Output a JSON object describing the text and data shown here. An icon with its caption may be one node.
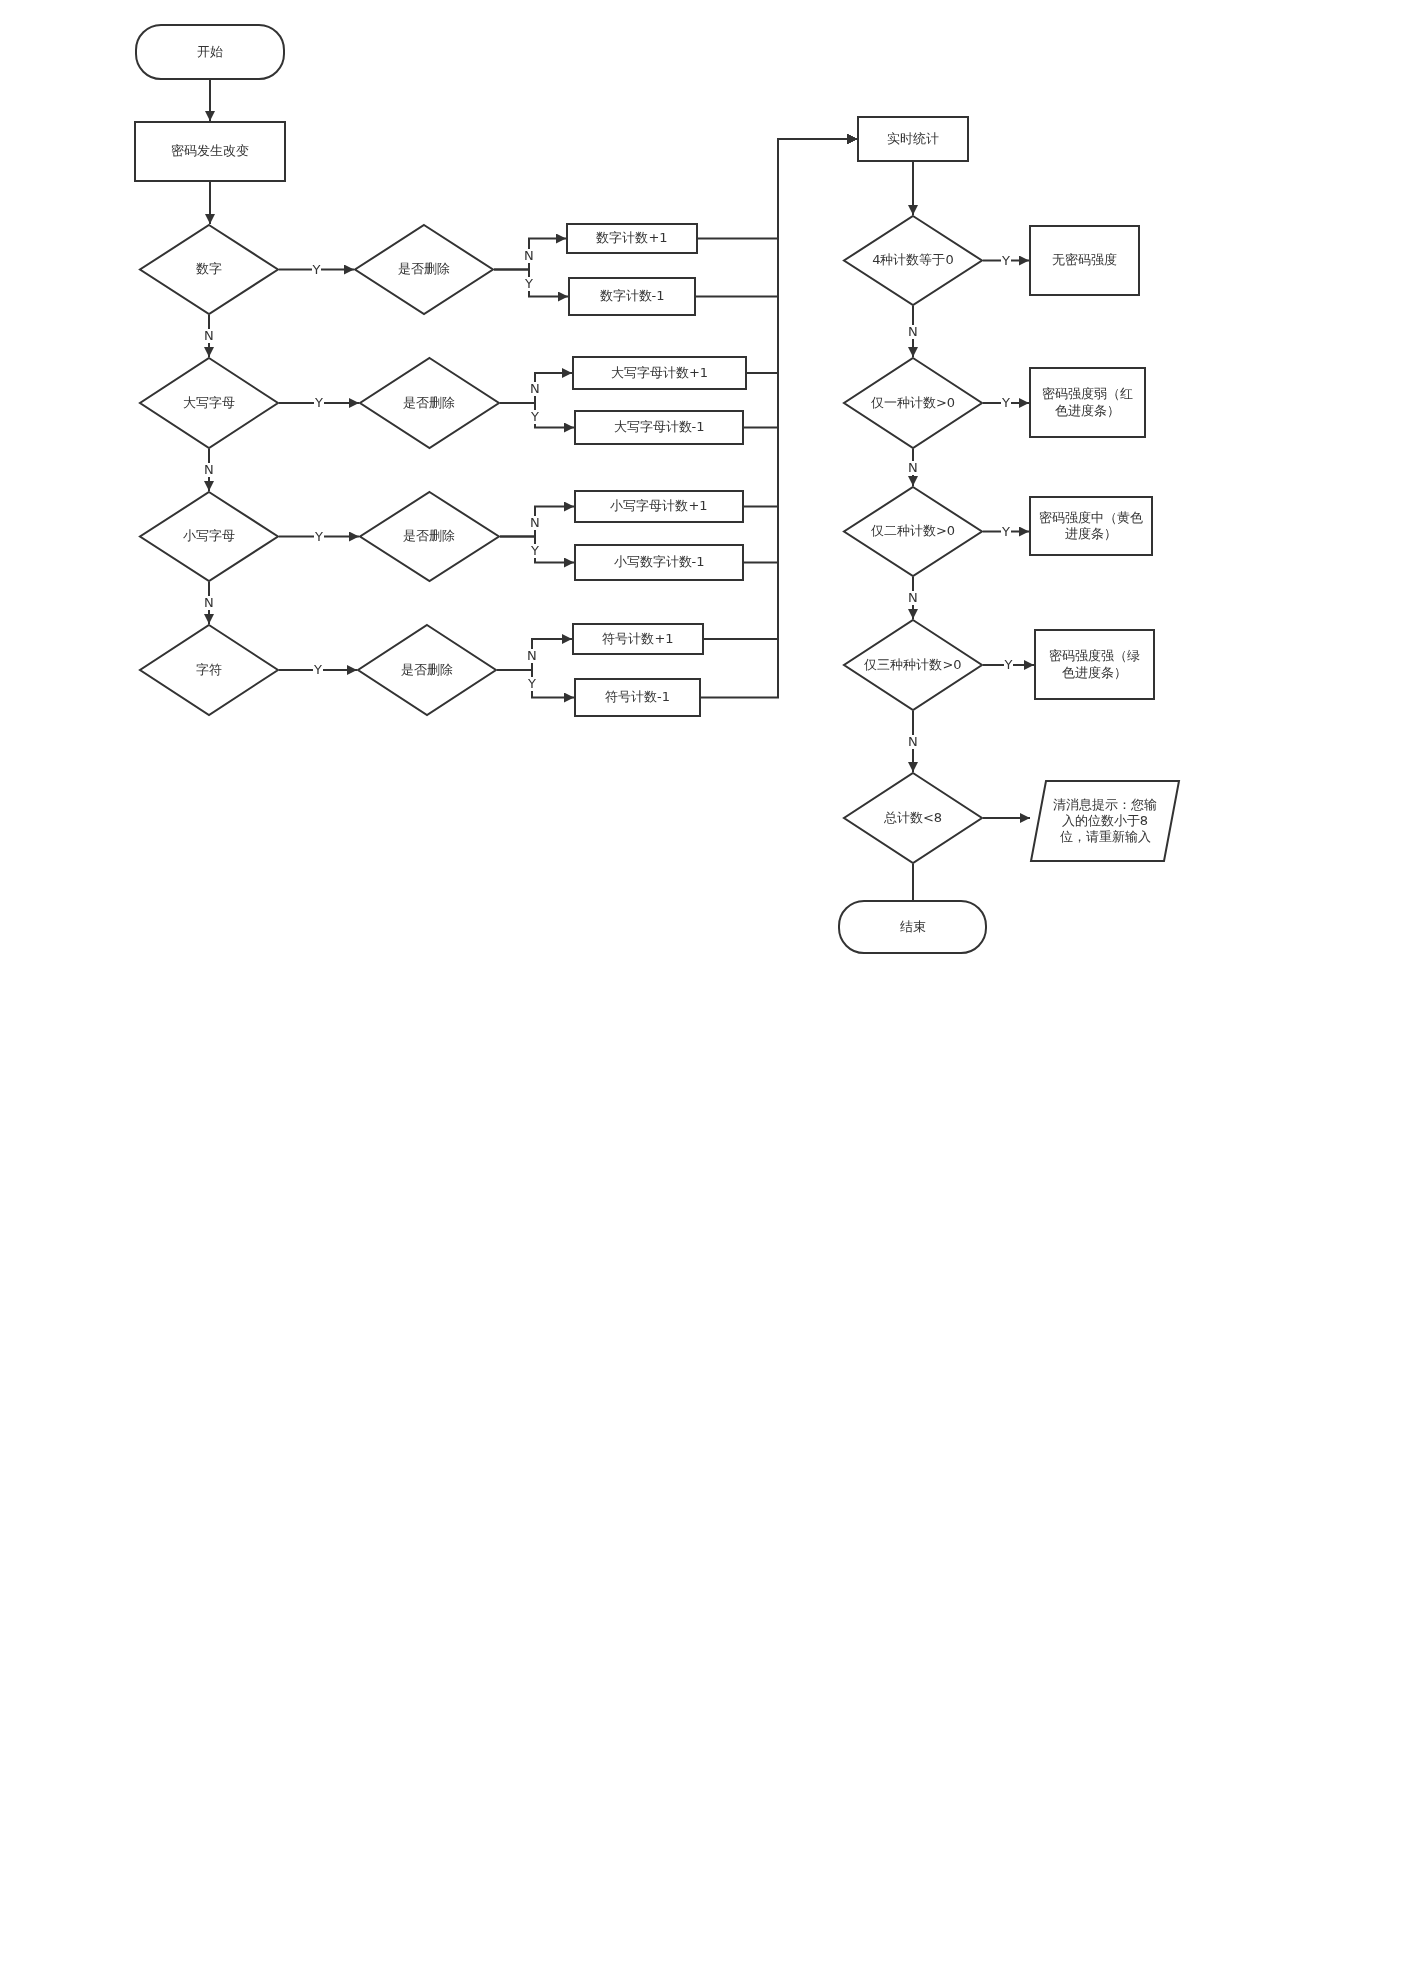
{
  "diagram": {
    "nodes": [
      {
        "text": [
          "开始"
        ]
      },
      {
        "text": [
          "密码发生改变"
        ]
      },
      {
        "text": [
          "数字"
        ]
      },
      {
        "text": [
          "是否删除"
        ]
      },
      {
        "text": [
          "数字计数+1"
        ]
      },
      {
        "text": [
          "数字计数-1"
        ]
      },
      {
        "text": [
          "大写字母"
        ]
      },
      {
        "text": [
          "是否删除"
        ]
      },
      {
        "text": [
          "大写字母计数+1"
        ]
      },
      {
        "text": [
          "大写字母计数-1"
        ]
      },
      {
        "text": [
          "小写字母"
        ]
      },
      {
        "text": [
          "是否删除"
        ]
      },
      {
        "text": [
          "小写字母计数+1"
        ]
      },
      {
        "text": [
          "小写数字计数-1"
        ]
      },
      {
        "text": [
          "字符"
        ]
      },
      {
        "text": [
          "是否删除"
        ]
      },
      {
        "text": [
          "符号计数+1"
        ]
      },
      {
        "text": [
          "符号计数-1"
        ]
      },
      {
        "text": [
          "实时统计"
        ]
      },
      {
        "text": [
          "4种计数等于0"
        ]
      },
      {
        "text": [
          "无密码强度"
        ]
      },
      {
        "text": [
          "仅一种计数>0"
        ]
      },
      {
        "text": [
          "密码强度弱（红色进度条）"
        ]
      },
      {
        "text": [
          "仅二种计数>0"
        ]
      },
      {
        "text": [
          "密码强度中（黄色进度条）"
        ]
      },
      {
        "text": [
          "仅三种种计数>0"
        ]
      },
      {
        "text": [
          "密码强度强（绿色进度条）"
        ]
      },
      {
        "text": [
          "总计数<8"
        ]
      },
      {
        "text": [
          "清消息提示：您输入的位数小于8位，请重新输入"
        ]
      },
      {
        "text": [
          "结束"
        ]
      }
    ],
    "edges": [
      {
        "from": 0,
        "to": 1,
        "arrow": "to"
      },
      {
        "from": 1,
        "to": 2,
        "arrow": "to"
      },
      {
        "from": 2,
        "to": 3,
        "arrow": "to",
        "label": "Y"
      },
      {
        "from": 3,
        "to": 4,
        "arrow": "to",
        "label": "N"
      },
      {
        "from": 3,
        "to": 5,
        "arrow": "to",
        "label": "Y"
      },
      {
        "from": 2,
        "to": 6,
        "arrow": "to",
        "label": "N"
      },
      {
        "from": 6,
        "to": 7,
        "arrow": "to",
        "label": "Y"
      },
      {
        "from": 7,
        "to": 8,
        "arrow": "to",
        "label": "N"
      },
      {
        "from": 7,
        "to": 9,
        "arrow": "to",
        "label": "Y"
      },
      {
        "from": 6,
        "to": 10,
        "arrow": "to",
        "label": "N"
      },
      {
        "from": 10,
        "to": 11,
        "arrow": "to",
        "label": "Y"
      },
      {
        "from": 11,
        "to": 12,
        "arrow": "to",
        "label": "N"
      },
      {
        "from": 11,
        "to": 13,
        "arrow": "to",
        "label": "Y"
      },
      {
        "from": 10,
        "to": 14,
        "arrow": "to",
        "label": "N"
      },
      {
        "from": 14,
        "to": 15,
        "arrow": "to",
        "label": "Y"
      },
      {
        "from": 15,
        "to": 16,
        "arrow": "to",
        "label": "N"
      },
      {
        "from": 15,
        "to": 17,
        "arrow": "to",
        "label": "Y"
      },
      {
        "from": 4,
        "to": 18,
        "arrow": "to"
      },
      {
        "from": 5,
        "to": 18,
        "arrow": "to"
      },
      {
        "from": 8,
        "to": 18,
        "arrow": "to"
      },
      {
        "from": 9,
        "to": 18,
        "arrow": "to"
      },
      {
        "from": 12,
        "to": 18,
        "arrow": "to"
      },
      {
        "from": 13,
        "to": 18,
        "arrow": "to"
      },
      {
        "from": 16,
        "to": 18,
        "arrow": "to"
      },
      {
        "from": 17,
        "to": 18,
        "arrow": "to"
      },
      {
        "from": 18,
        "to": 19,
        "arrow": "to"
      },
      {
        "from": 19,
        "to": 20,
        "arrow": "to",
        "label": "Y"
      },
      {
        "from": 19,
        "to": 21,
        "arrow": "to",
        "label": "N"
      },
      {
        "from": 21,
        "to": 22,
        "arrow": "to",
        "label": "Y"
      },
      {
        "from": 21,
        "to": 23,
        "arrow": "to",
        "label": "N"
      },
      {
        "from": 23,
        "to": 24,
        "arrow": "to",
        "label": "Y"
      },
      {
        "from": 23,
        "to": 25,
        "arrow": "to",
        "label": "N"
      },
      {
        "from": 25,
        "to": 26,
        "arrow": "to",
        "label": "Y"
      },
      {
        "from": 25,
        "to": 27,
        "arrow": "to",
        "label": "N"
      },
      {
        "from": 27,
        "to": 28,
        "arrow": "to"
      },
      {
        "from": 27,
        "to": 29,
        "arrow": "none"
      }
    ]
  }
}
